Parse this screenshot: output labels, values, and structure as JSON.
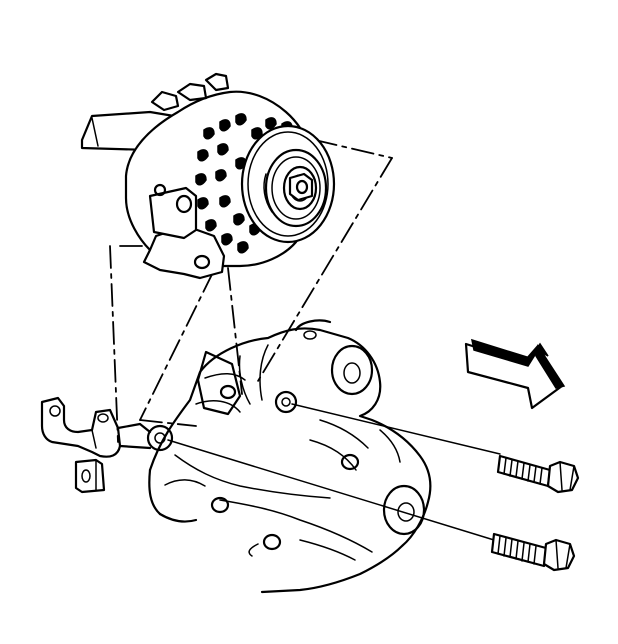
{
  "diagram": {
    "parts": [
      {
        "id": "generator",
        "icon": "generator-icon"
      },
      {
        "id": "generator-pulley",
        "icon": "pulley-icon"
      },
      {
        "id": "mounting-bracket",
        "icon": "bracket-icon"
      },
      {
        "id": "engine-block",
        "icon": "engine-block-icon"
      },
      {
        "id": "spacer",
        "icon": "spacer-icon"
      },
      {
        "id": "upper-bolt",
        "icon": "bolt-icon"
      },
      {
        "id": "lower-bolt",
        "icon": "bolt-icon"
      },
      {
        "id": "front-arrow",
        "icon": "direction-arrow-icon"
      }
    ],
    "colors": {
      "line": "#000000",
      "background": "#ffffff"
    }
  }
}
